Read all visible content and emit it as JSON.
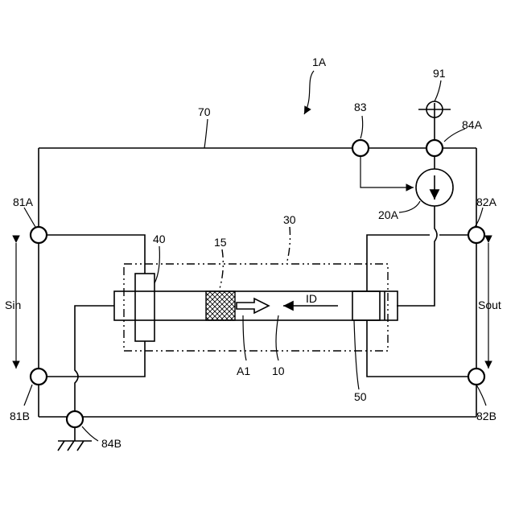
{
  "labels": {
    "device": "1A",
    "wire": "70",
    "terminal_83": "83",
    "source_91": "91",
    "terminal_84A": "84A",
    "terminal_81A": "81A",
    "terminal_82A": "82A",
    "current_source": "20A",
    "region_30": "30",
    "element_40": "40",
    "domain_15": "15",
    "signal_in": "Sin",
    "signal_out": "Sout",
    "current_ID": "ID",
    "arrow_A1": "A1",
    "nanowire_10": "10",
    "element_50": "50",
    "terminal_81B": "81B",
    "terminal_82B": "82B",
    "terminal_84B": "84B"
  },
  "colors": {
    "line": "#000000",
    "background": "#ffffff"
  }
}
